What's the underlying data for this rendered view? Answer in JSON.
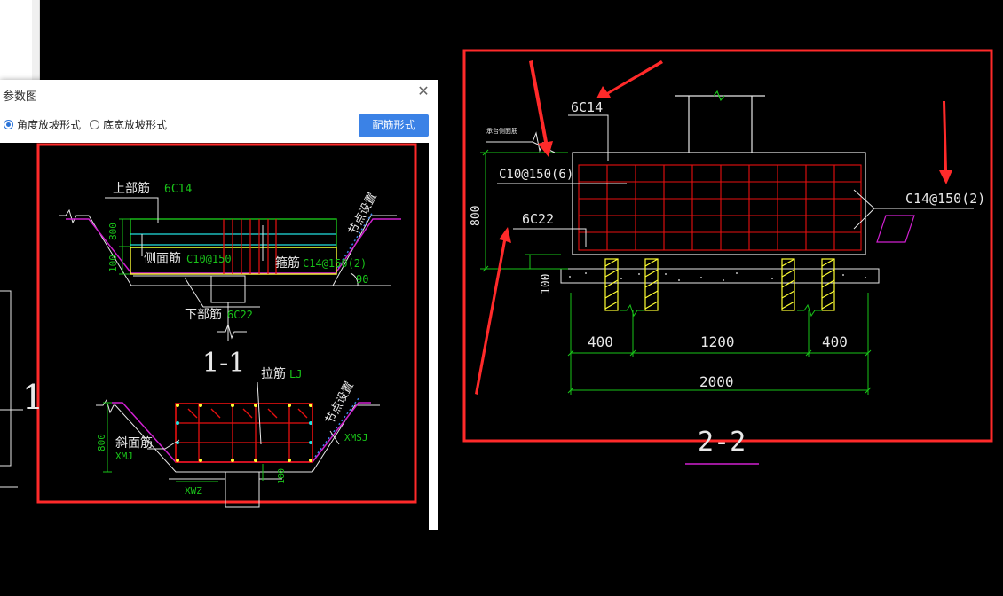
{
  "dialog": {
    "title": "参数图",
    "close_glyph": "✕",
    "radio_angle": "角度放坡形式",
    "radio_width": "底宽放坡形式",
    "rebar_button": "配筋形式"
  },
  "left_drawing": {
    "section_label": "1",
    "sec11": {
      "top_rebar_label": "上部筋",
      "top_rebar_value": "6C14",
      "height_800": "800",
      "height_100": "100",
      "side_rebar_label": "侧面筋",
      "side_rebar_value": "C10@150",
      "stirrup_label": "箍筋",
      "stirrup_value": "C14@150(2)",
      "node_setting": "节点设置",
      "angle_90": "90",
      "bottom_rebar_label": "下部筋",
      "bottom_rebar_value": "6C22",
      "title": "1-1"
    },
    "sec2": {
      "tie_label": "拉筋",
      "tie_value": "LJ",
      "node_setting": "节点设置",
      "height_800": "800",
      "slope_label": "斜面筋",
      "xmj": "XMJ",
      "xmsj": "XMSJ",
      "xwz": "XWZ",
      "height_100": "100"
    }
  },
  "right_drawing": {
    "top_rebar": "6C14",
    "side_note": "承台侧面筋",
    "side_rebar": "C10@150(6)",
    "height_800": "800",
    "bottom_rebar": "6C22",
    "stirrup": "C14@150(2)",
    "height_100": "100",
    "dim_400_left": "400",
    "dim_1200": "1200",
    "dim_400_right": "400",
    "dim_total": "2000",
    "title": "2-2"
  },
  "colors": {
    "highlight_red": "#ff2a2a",
    "cad_green": "#19c419",
    "cad_yellow": "#ffff33",
    "cad_cyan": "#22e0e0",
    "cad_magenta": "#d020d0",
    "cad_rebar_red": "#e81010",
    "button_blue": "#3b82e6"
  }
}
